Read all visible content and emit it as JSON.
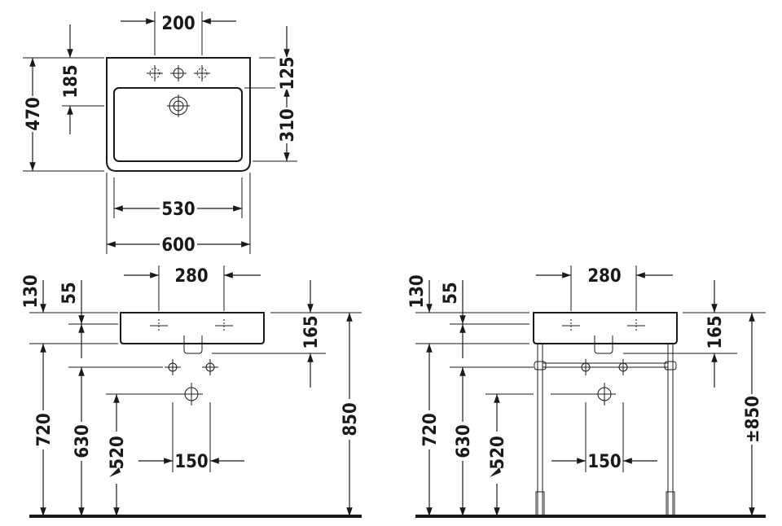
{
  "plan_view": {
    "tap_spacing": "200",
    "rim_to_taphole": "185",
    "total_depth": "470",
    "rim_to_bowl": "125",
    "bowl_depth": "310",
    "bowl_width": "530",
    "total_width": "600"
  },
  "front_view": {
    "tap_spacing": "280",
    "top_offset": "130",
    "tap_offset": "55",
    "basin_height": "165",
    "height_rim": "850",
    "height_underside": "720",
    "height_supply": "630",
    "height_waste": "520",
    "supply_spacing": "150"
  },
  "front_view_console": {
    "tap_spacing": "280",
    "top_offset": "130",
    "tap_offset": "55",
    "basin_height": "165",
    "height_rim": "±850",
    "height_underside": "720",
    "height_supply": "630",
    "height_waste": "520",
    "supply_spacing": "150"
  }
}
